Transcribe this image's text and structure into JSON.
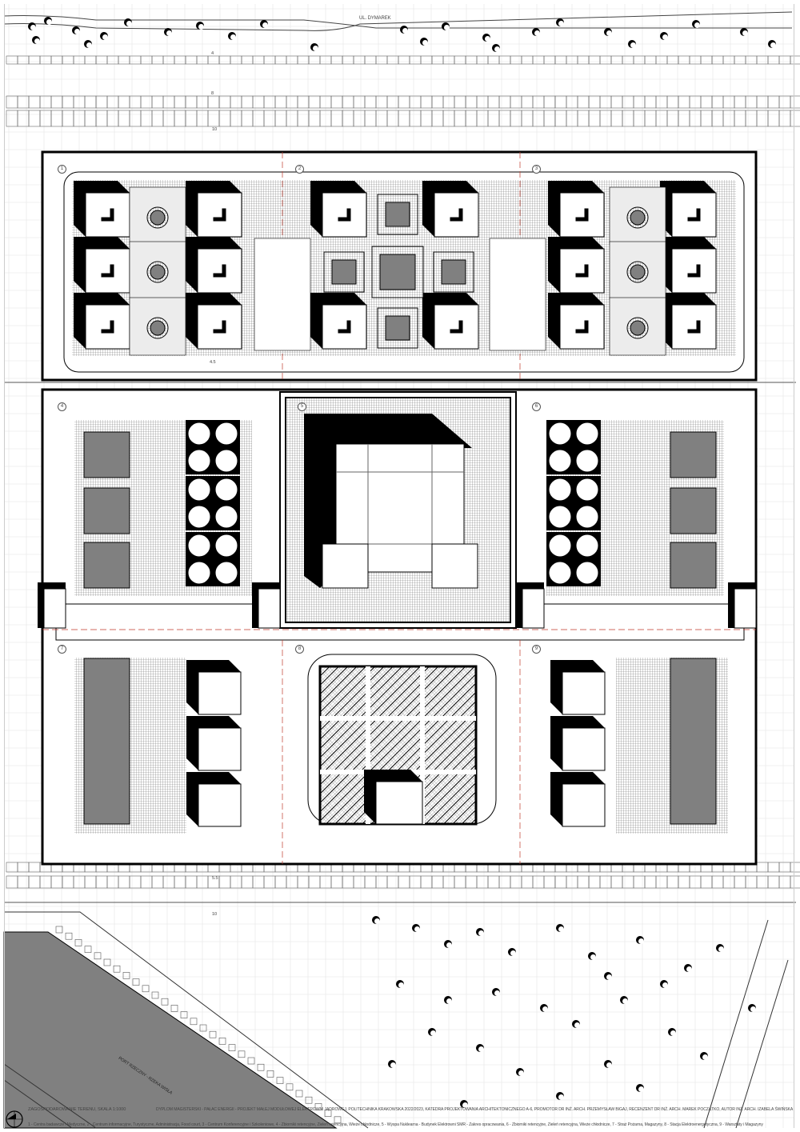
{
  "drawing": {
    "street_name": "UL. DYMAREK",
    "river_label": "PORT RZECZNY - RZEKA WISŁA",
    "dimensions_top": [
      "4",
      "8",
      "10"
    ],
    "dimension_inner": "4.5",
    "dimensions_bottom": [
      "5.5",
      "10"
    ],
    "zone_numbers": [
      "1",
      "2",
      "3",
      "4",
      "5",
      "6",
      "7",
      "8",
      "9"
    ]
  },
  "footer": {
    "sheet_title": "ZAGOSPODAROWANIE TERENU, SKALA 1:1000",
    "project_info": "DYPLOM MAGISTERSKI - PAŁAC ENERGII - PROJEKT MAŁEJ MODUŁOWEJ ELEKTROWNI JĄDROWEJ, POLITECHNIKA KRAKOWSKA 2022/2023, KATEDRA PROJEKTOWANIA ARCHITEKTONICZNEGO A-6, PROMOTOR DR INŻ. ARCH. PRZEMYSŁAW BIGAJ, RECENZENT DR INŻ. ARCH. MAREK POCZĄTKO, AUTOR INŻ. ARCH. IZABELA ŚWIŃSKA",
    "legend": "1 - Centra badawcze i Medyczne,   2 - Centrum informacyjne, Turystyczne, Administracja, Food court,   3 - Centrum Konferencyjne i Szkoleniowe,   4 - Zbiorniki retencyjne, Zieleń retencyjna, Wieże chłodnicze,   5 - Wyspa Nuklearna - Budynek Elektrowni SMR - Zakres opracowania,   6 - Zbiorniki retencyjne, Zieleń retencyjna, Wieże chłodnicze,   7 - Straż Pożarna, Magazyny,   8 - Stacja Elektroenergetyczna,   9 - Warsztaty i Magazyny"
  },
  "colors": {
    "ink": "#000000",
    "fill_gray": "#808080",
    "light_gray": "#e8e8e8",
    "axis_red": "#c0392b"
  }
}
